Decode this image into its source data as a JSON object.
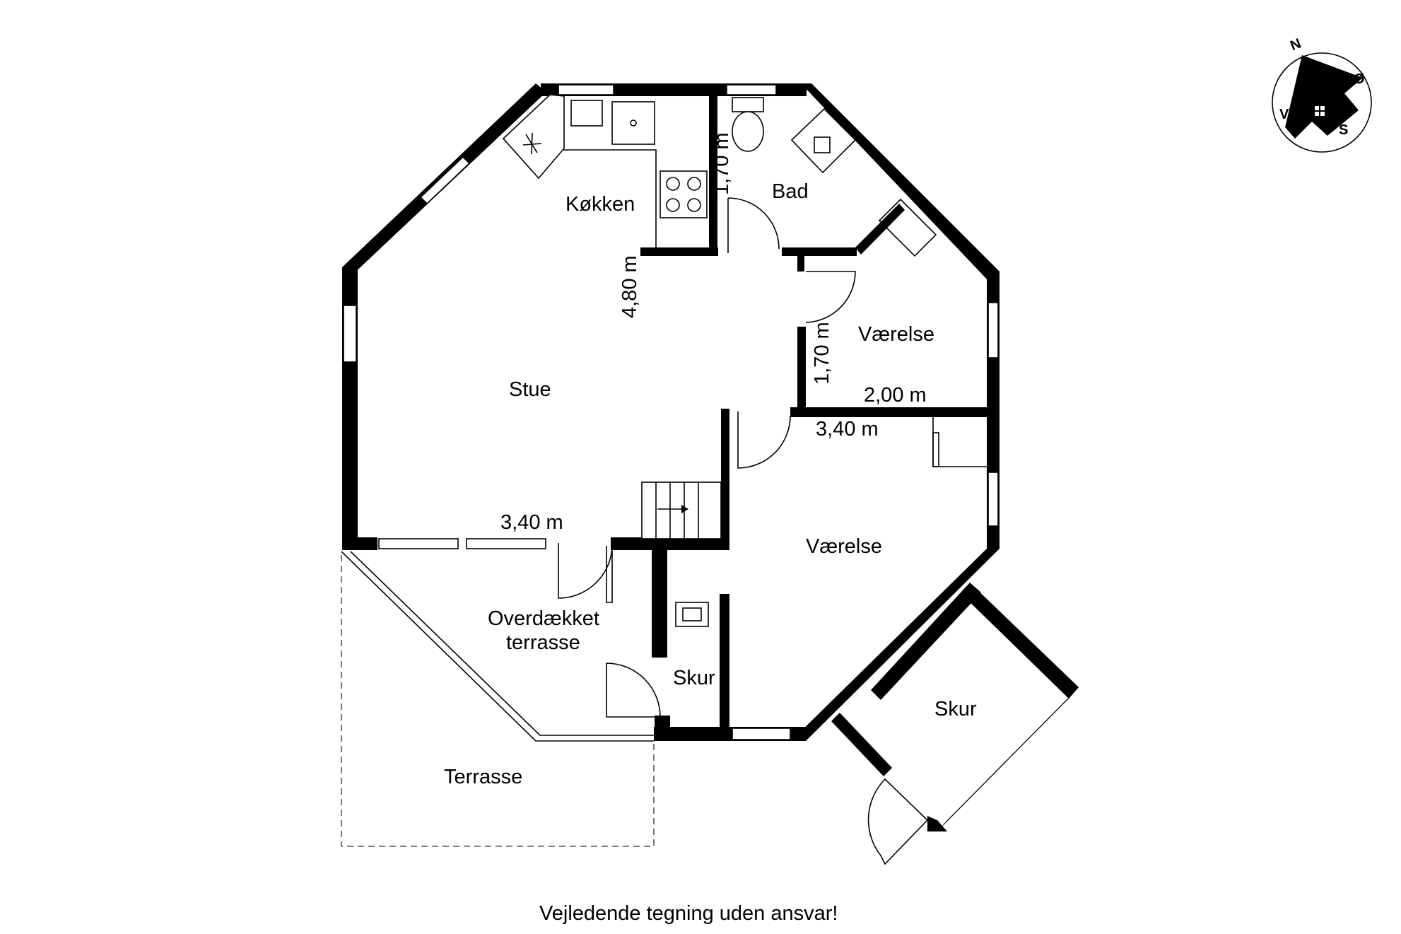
{
  "rooms": {
    "kokken": "Køkken",
    "bad": "Bad",
    "stue": "Stue",
    "vaerelse_1": "Værelse",
    "vaerelse_2": "Værelse",
    "overdaekket_line1": "Overdækket",
    "overdaekket_line2": "terrasse",
    "skur_1": "Skur",
    "skur_2": "Skur",
    "terrasse": "Terrasse"
  },
  "dimensions": {
    "bad_height": "1,70 m",
    "stue_depth": "4,80 m",
    "vaerelse_height": "1,70 m",
    "vaerelse_width": "2,00 m",
    "vaerelse2_width": "3,40 m",
    "stue_width": "3,40 m"
  },
  "compass": {
    "north": "N",
    "east": "Ø",
    "south": "S",
    "west": "V",
    "fill_color": "#d9d9d9"
  },
  "footer": {
    "disclaimer": "Vejledende tegning uden ansvar!"
  }
}
